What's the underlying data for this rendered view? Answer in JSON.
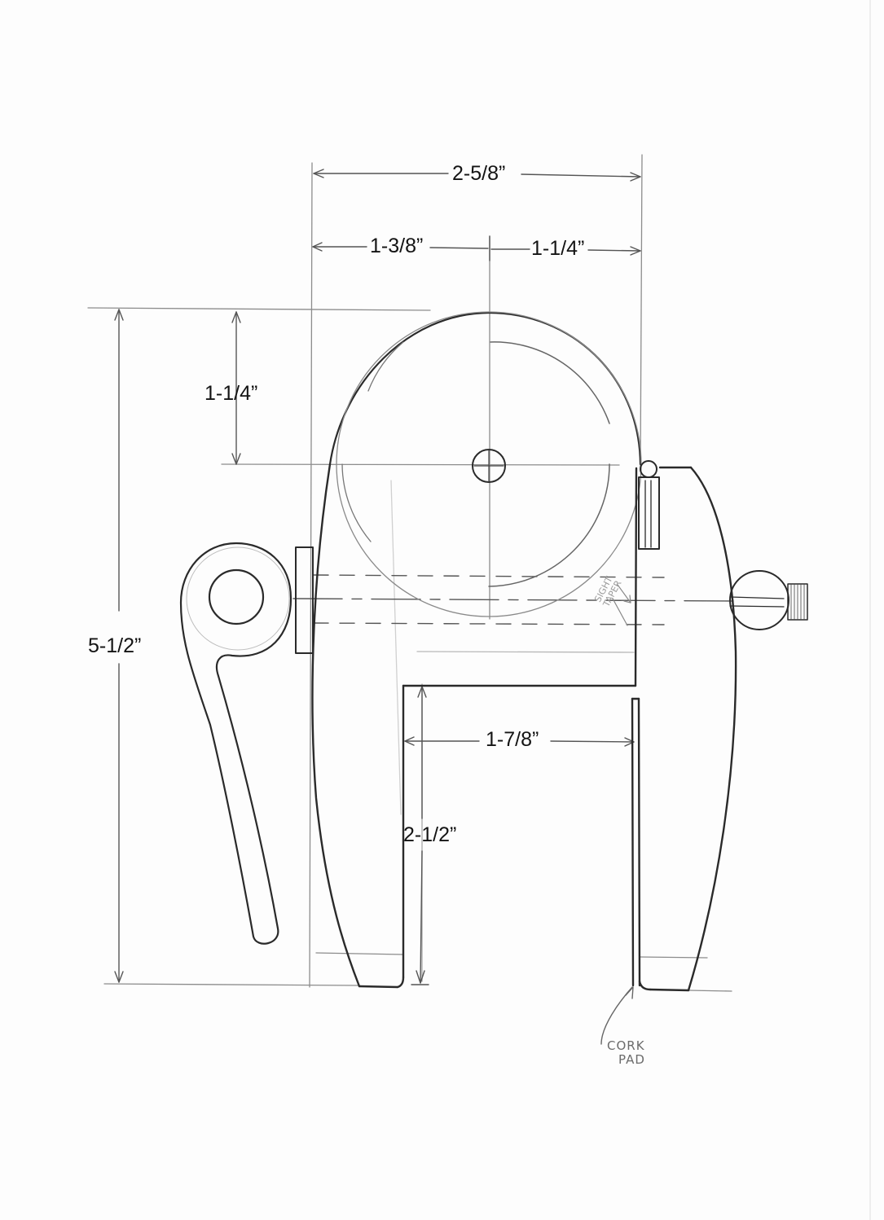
{
  "drawing": {
    "subject": "Clamp / pulley bracket technical sketch",
    "line_color": "#2a2a2a",
    "construction_color": "#9a9a9a",
    "paper_color": "#fdfdfd"
  },
  "dimensions": {
    "overall_width": "2-5/8”",
    "left_to_center": "1-3/8”",
    "center_to_right": "1-1/4”",
    "top_to_center": "1-1/4”",
    "overall_height": "5-1/2”",
    "jaw_opening_width": "1-7/8”",
    "jaw_depth": "2-1/2”"
  },
  "annotations": {
    "cork_pad_line1": "CORK",
    "cork_pad_line2": "PAD",
    "sight_taper_line1": "SIGHT",
    "sight_taper_line2": "TAPER"
  }
}
